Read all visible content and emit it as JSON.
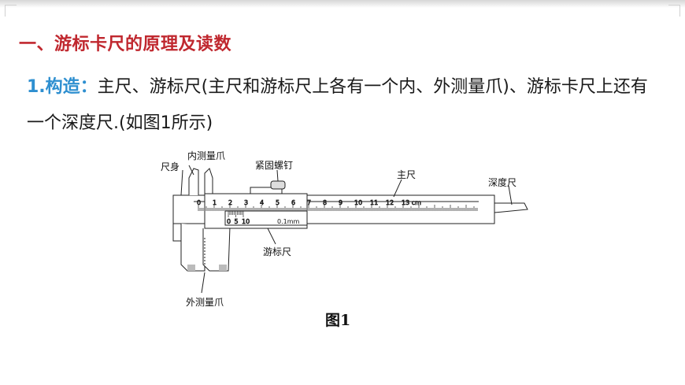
{
  "section": {
    "title": "一、游标卡尺的原理及读数"
  },
  "structure": {
    "lead": "1.构造：",
    "text": "主尺、游标尺(主尺和游标尺上各有一个内、外测量爪)、游标卡尺上还有一个深度尺.(如图1所示)"
  },
  "figure": {
    "caption": "图1",
    "labels": {
      "inner_jaws": "内测量爪",
      "ruler_body": "尺身",
      "lock_screw": "紧固螺钉",
      "main_scale": "主尺",
      "depth_rod": "深度尺",
      "vernier": "游标尺",
      "outer_jaws": "外测量爪"
    },
    "main_ticks": [
      "0",
      "1",
      "2",
      "3",
      "4",
      "5",
      "6",
      "7",
      "8",
      "9",
      "10",
      "11",
      "12",
      "13 cm"
    ],
    "vernier_ticks": [
      "0",
      "5",
      "10"
    ],
    "precision": "0.1mm"
  }
}
